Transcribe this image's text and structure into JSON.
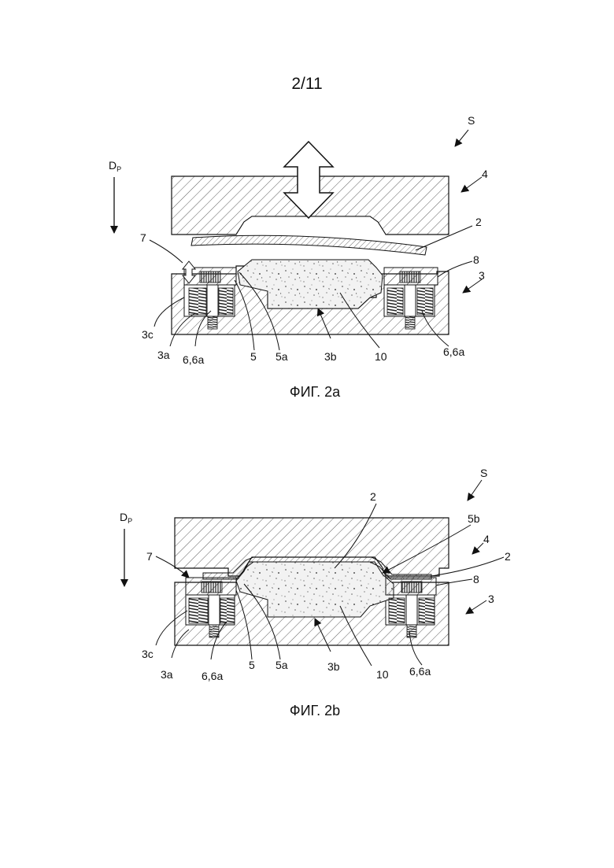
{
  "page_number": "2/11",
  "figures": [
    {
      "caption": "ФИГ. 2a",
      "direction_label": {
        "main": "D",
        "sub": "P"
      },
      "labels": {
        "S": "S",
        "n4": "4",
        "n2": "2",
        "n7": "7",
        "n8": "8",
        "n3": "3",
        "n3c": "3c",
        "n3a": "3a",
        "n66a": "6,6a",
        "n5": "5",
        "n5a": "5a",
        "n3b": "3b",
        "n10": "10",
        "n66a_right": "6,6a"
      }
    },
    {
      "caption": "ФИГ. 2b",
      "direction_label": {
        "main": "D",
        "sub": "P"
      },
      "labels": {
        "S": "S",
        "n2_top": "2",
        "n5b": "5b",
        "n4": "4",
        "n2_right": "2",
        "n7": "7",
        "n8": "8",
        "n3": "3",
        "n3c": "3c",
        "n3a": "3a",
        "n66a": "6,6a",
        "n5": "5",
        "n5a": "5a",
        "n3b": "3b",
        "n10": "10",
        "n66a_right": "6,6a"
      }
    }
  ]
}
